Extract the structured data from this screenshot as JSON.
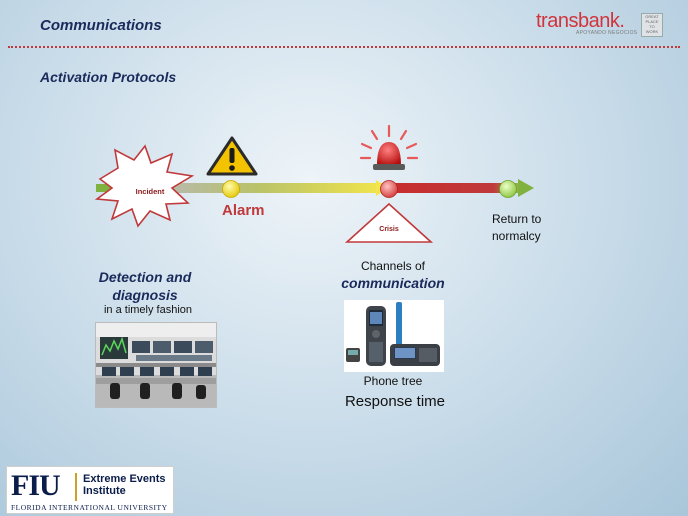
{
  "header": {
    "title": "Communications",
    "brand": "transbank.",
    "brand_tagline": "APOYANDO NEGOCIOS",
    "badge_lines": [
      "GREAT",
      "PLACE",
      "TO",
      "WORK"
    ]
  },
  "section_title": "Activation Protocols",
  "timeline": {
    "incident_label": "Incident",
    "alarm_label": "Alarm",
    "crisis_label": "Crisis",
    "return_label_1": "Return to",
    "return_label_2": "normalcy"
  },
  "detection": {
    "line1": "Detection and",
    "line2": "diagnosis",
    "caption": "in a timely fashion"
  },
  "communication": {
    "line1": "Channels of",
    "line2": "communication",
    "phone_caption": "Phone tree",
    "response_caption": "Response time"
  },
  "footer_logo": {
    "mark": "FIU",
    "name_line1": "Extreme Events",
    "name_line2": "Institute",
    "university": "FLORIDA INTERNATIONAL UNIVERSITY"
  },
  "colors": {
    "title_navy": "#1a2a5a",
    "alarm_red": "#c0393b",
    "brand_red": "#d1343b",
    "arrow_green": "#6db33f",
    "warning_yellow": "#f3c200"
  }
}
